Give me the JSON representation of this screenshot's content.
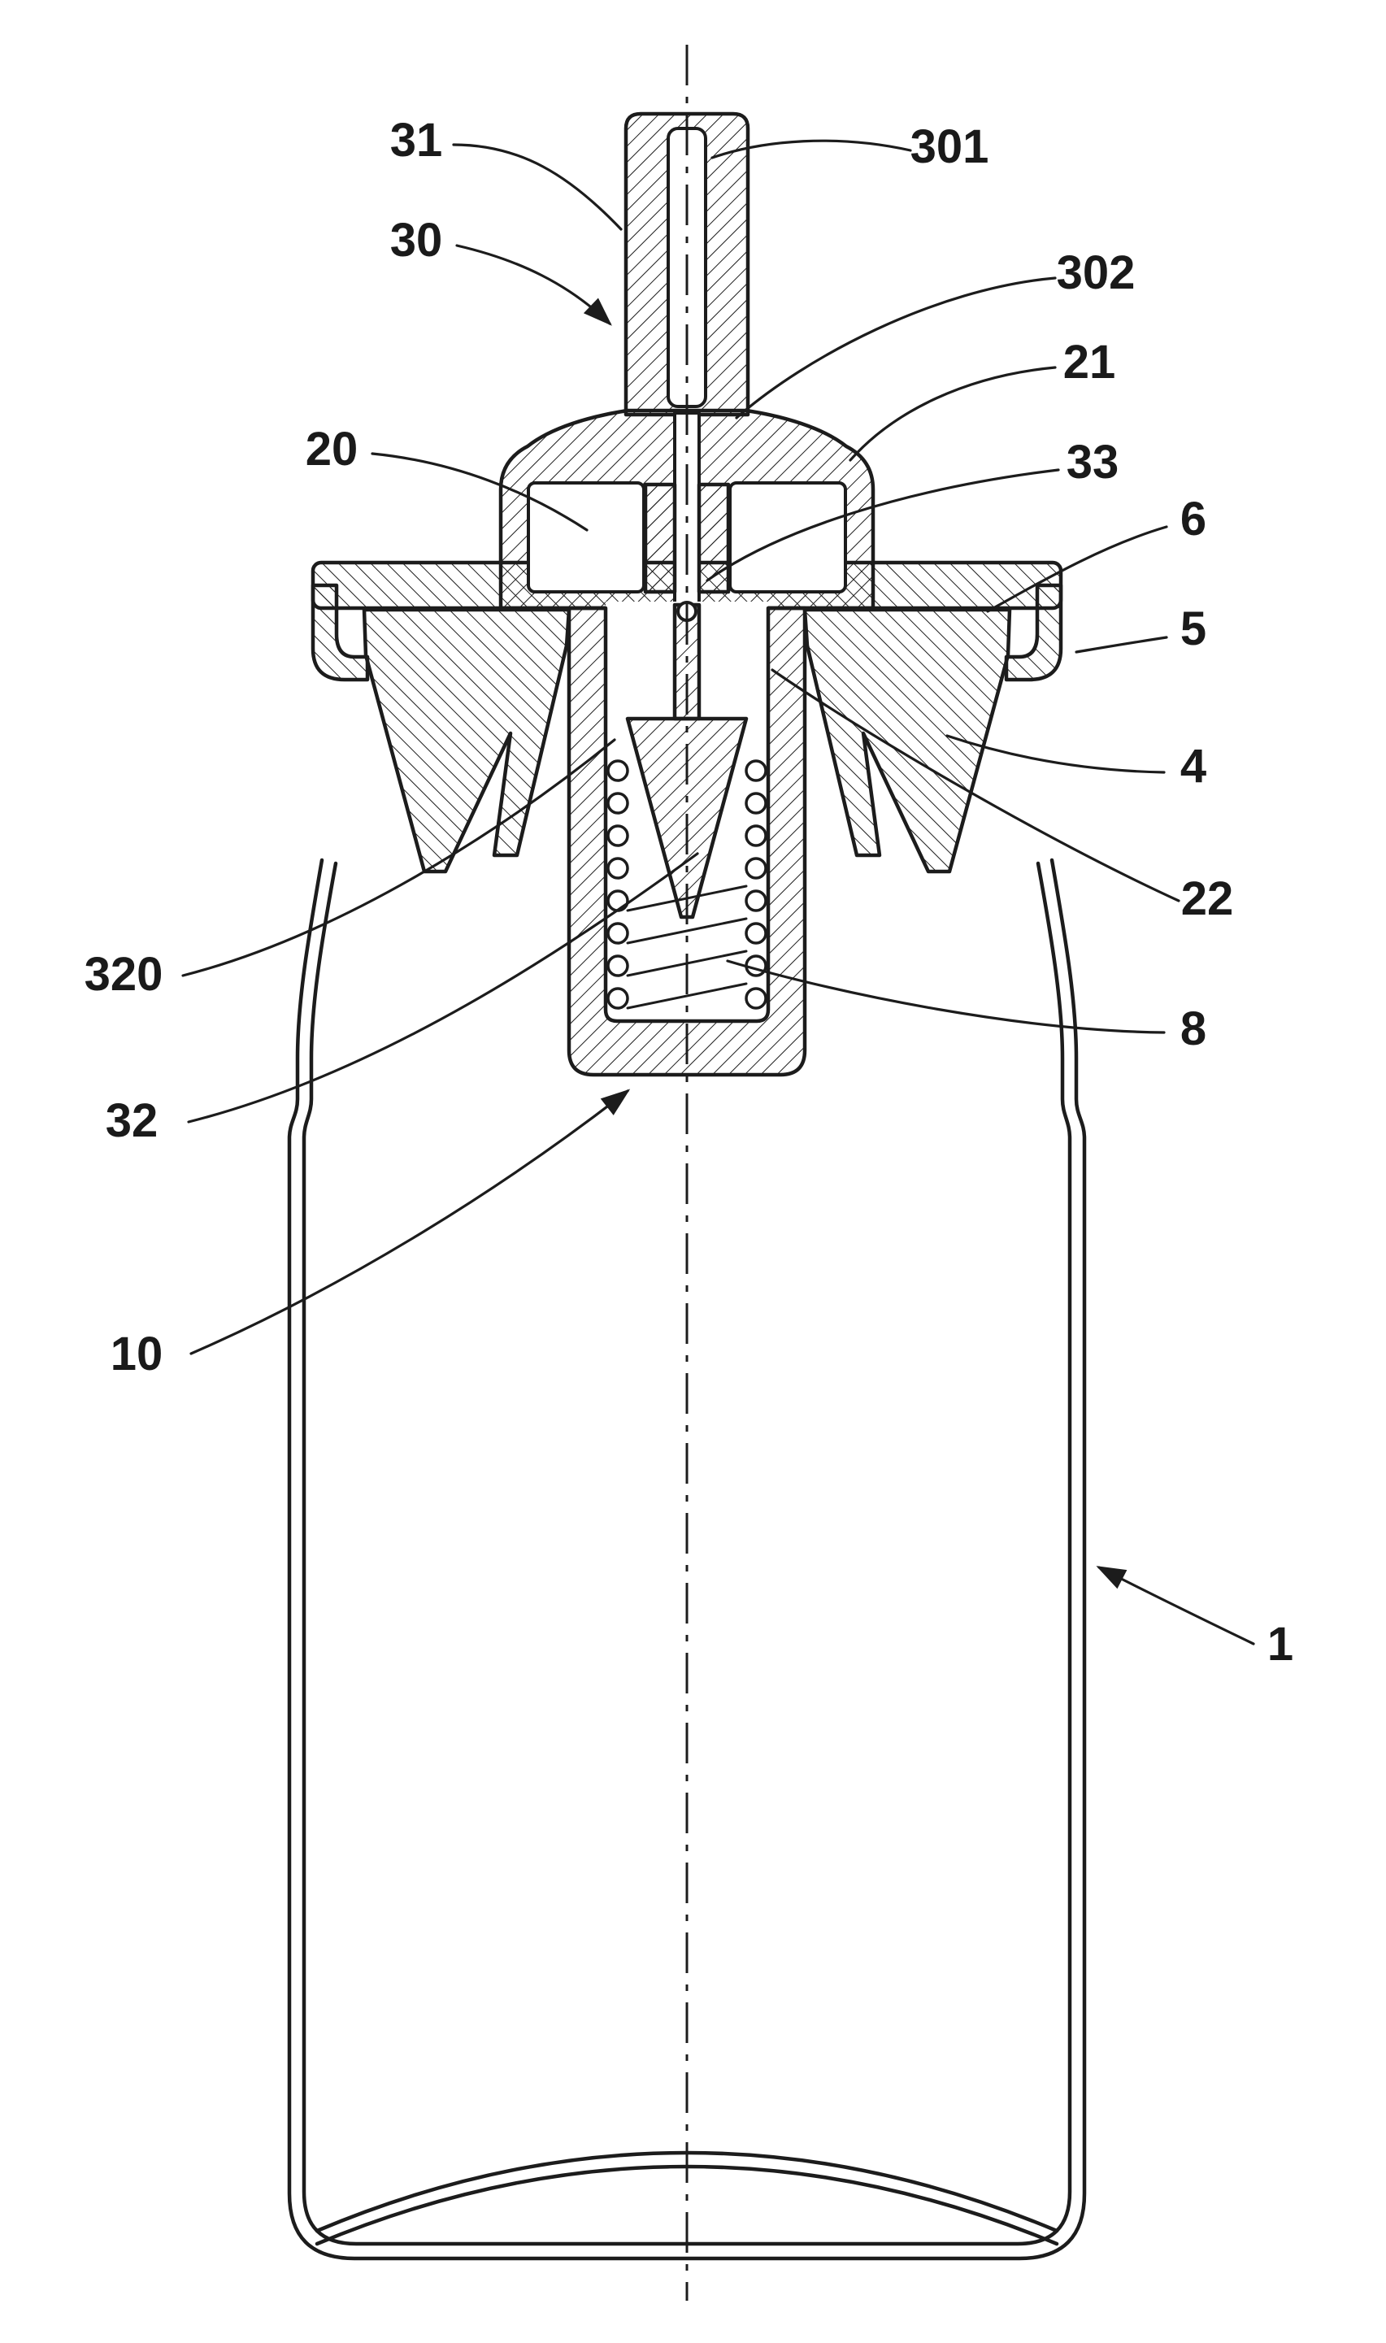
{
  "figure": {
    "kind": "patent cross-section drawing",
    "background": "#ffffff",
    "line_color": "#1c1c1c"
  },
  "labels": {
    "ref31": "31",
    "ref30": "30",
    "ref20": "20",
    "ref320": "320",
    "ref32": "32",
    "ref10": "10",
    "ref301": "301",
    "ref302": "302",
    "ref21": "21",
    "ref33": "33",
    "ref6": "6",
    "ref5": "5",
    "ref4": "4",
    "ref22": "22",
    "ref8": "8",
    "ref1": "1"
  }
}
